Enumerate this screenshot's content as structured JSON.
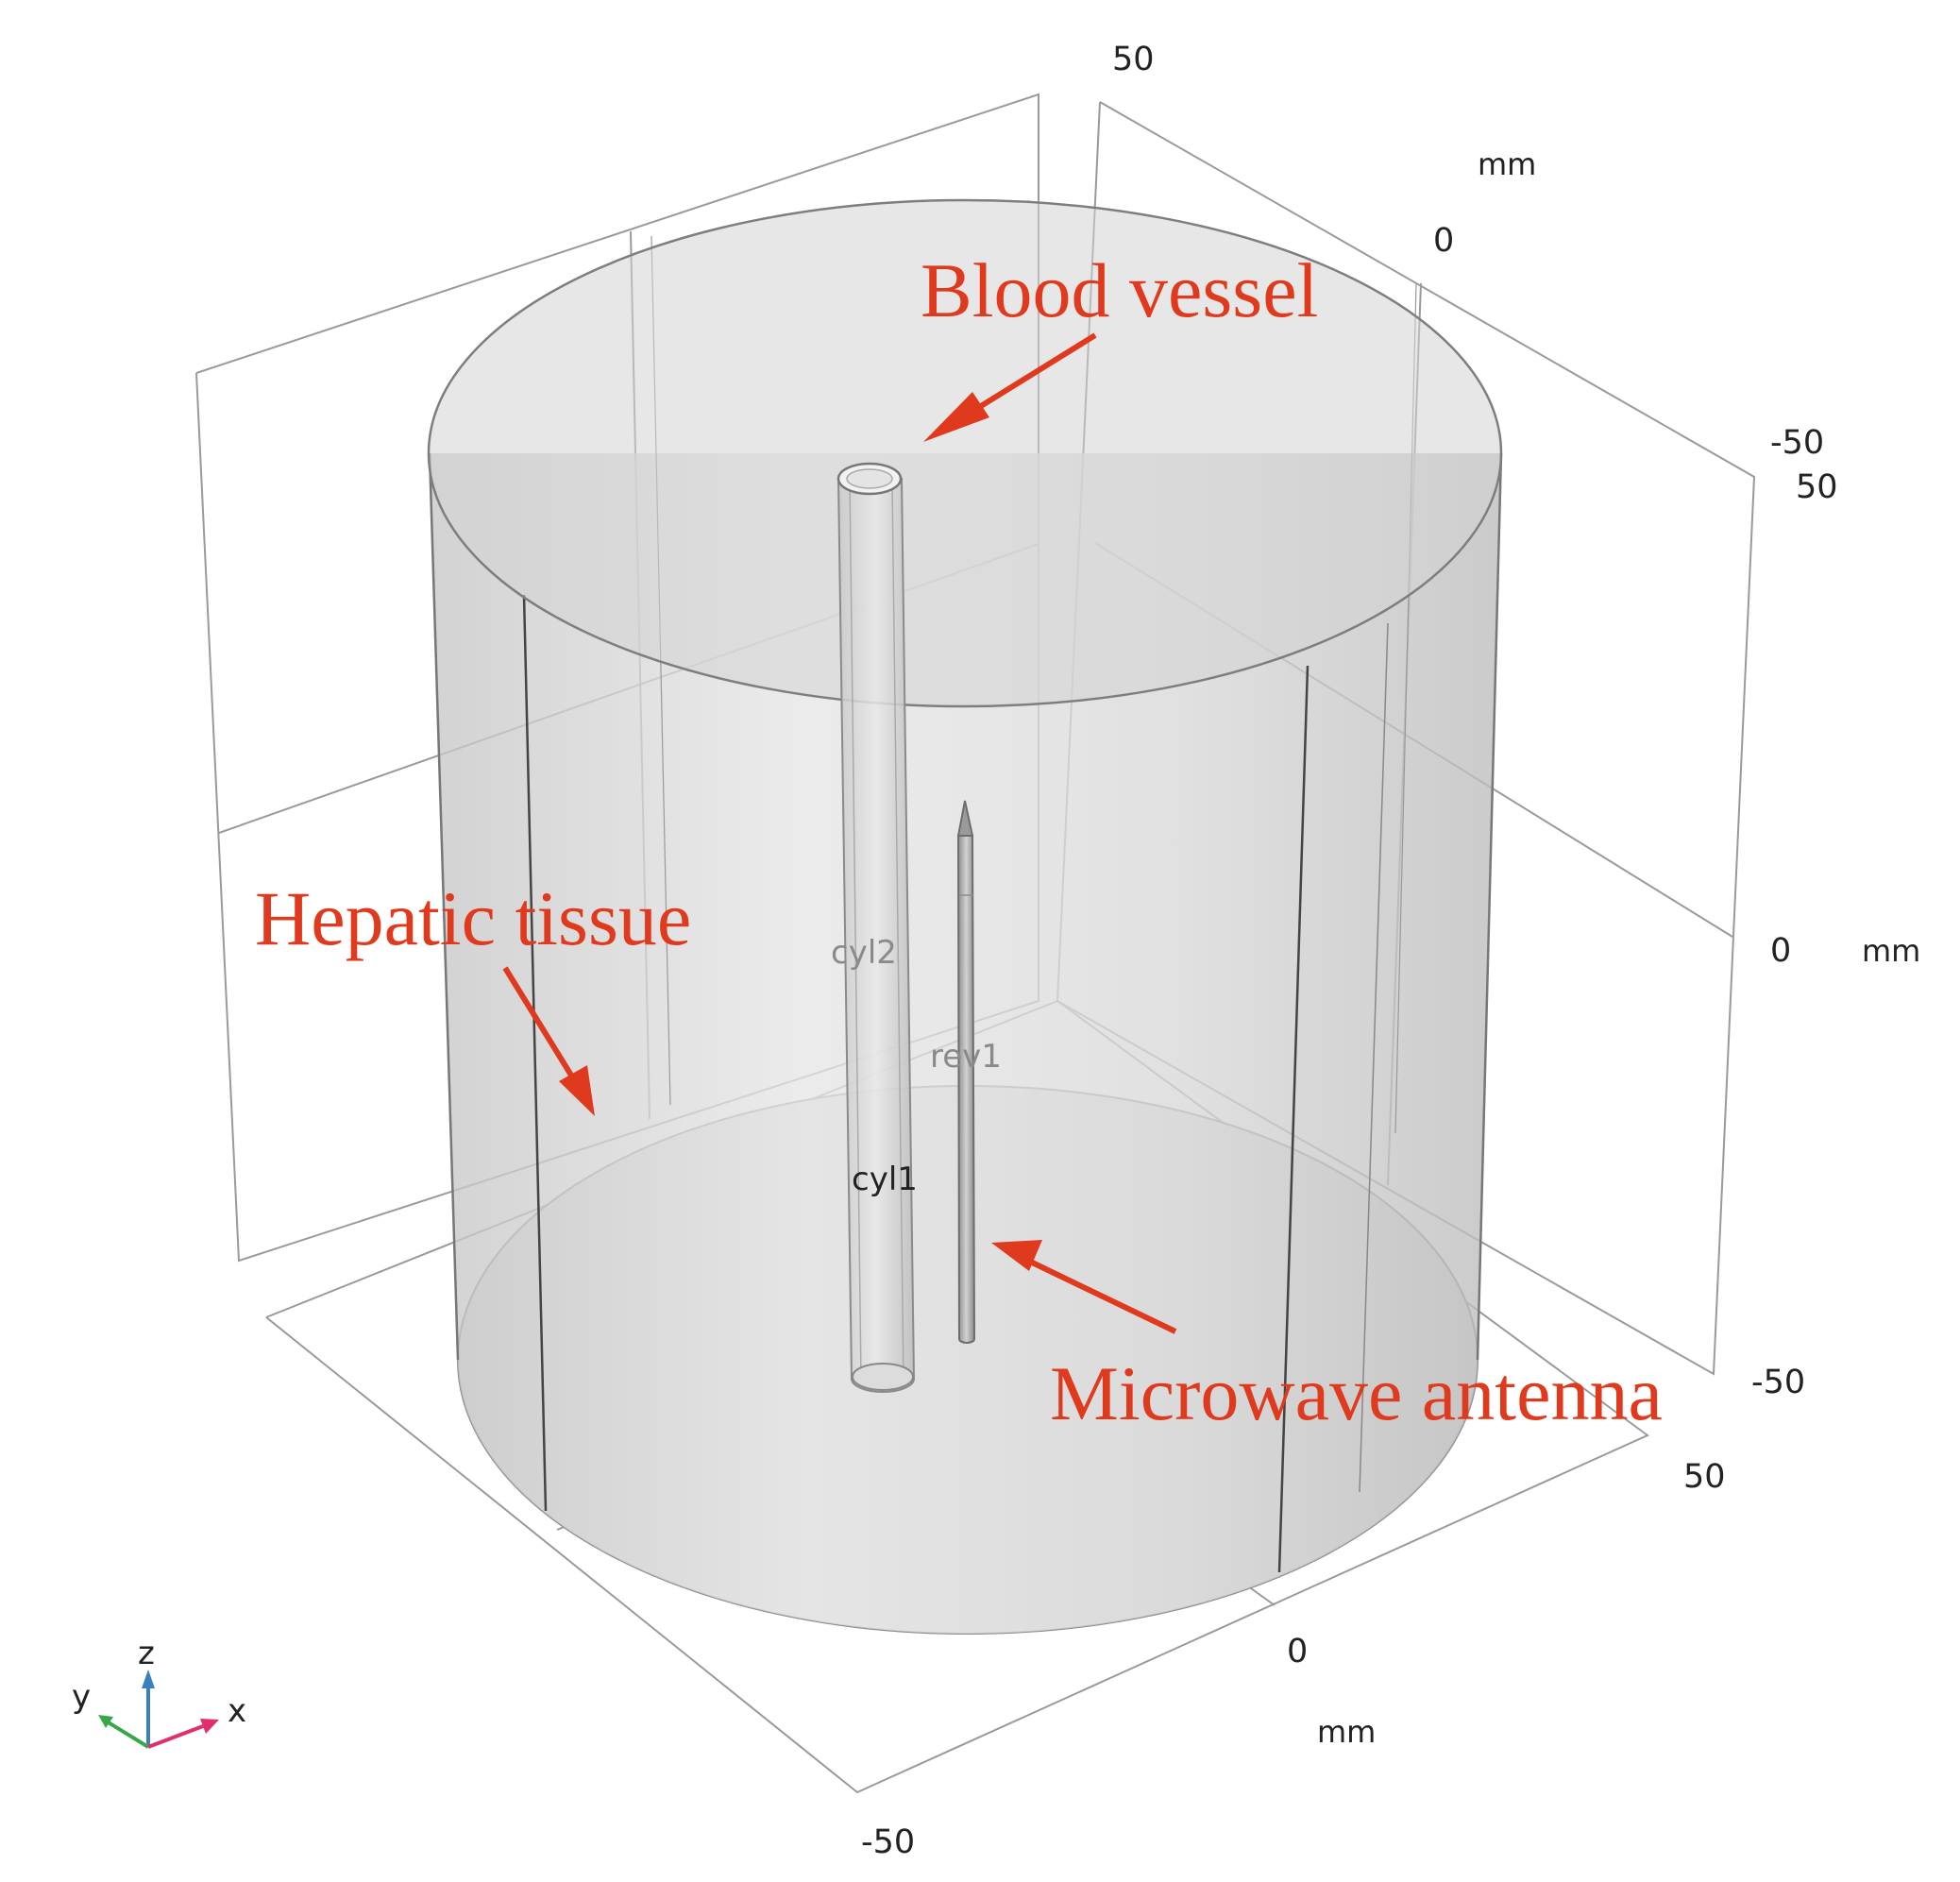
{
  "axes": {
    "unit_label": "mm",
    "x_ticks": [
      "50",
      "0",
      "-50"
    ],
    "y_ticks": [
      "-50",
      "0",
      "50"
    ],
    "z_ticks": [
      "50",
      "0",
      "-50"
    ]
  },
  "domains": {
    "cyl2": "cyl2",
    "rev1": "rev1",
    "cyl1": "cyl1"
  },
  "annotations": {
    "blood_vessel": "Blood vessel",
    "hepatic_tissue": "Hepatic tissue",
    "microwave_antenna": "Microwave antenna"
  },
  "triad": {
    "z": "z",
    "y": "y",
    "x": "x"
  },
  "colors": {
    "annotation": "#e03a1e",
    "frame": "#9a9a9a",
    "triad_z": "#3a7fc4",
    "triad_y": "#3aa64a",
    "triad_x": "#e0306a"
  }
}
